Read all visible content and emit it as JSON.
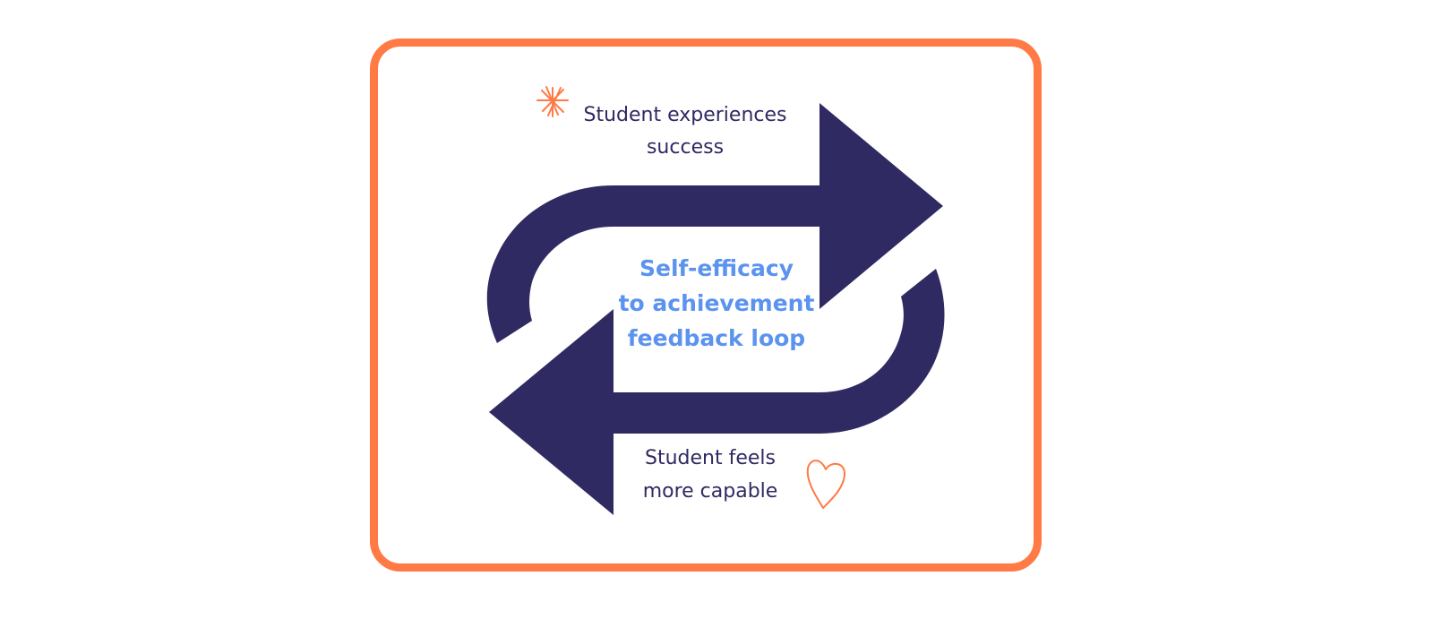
{
  "top_label": {
    "line1": "Student experiences",
    "line2": "success"
  },
  "center_label": {
    "line1": "Self-efficacy",
    "line2": "to achievement",
    "line3": "feedback loop"
  },
  "bottom_label": {
    "line1": "Student feels",
    "line2": "more capable"
  },
  "colors": {
    "frame": "#FF7A45",
    "arrows": "#2F2A62",
    "center_text": "#5B93EE",
    "labels": "#2F2A62",
    "accent_icons": "#FF7A45"
  },
  "icons": {
    "top_decoration": "sparkle-icon",
    "bottom_decoration": "heart-icon"
  }
}
